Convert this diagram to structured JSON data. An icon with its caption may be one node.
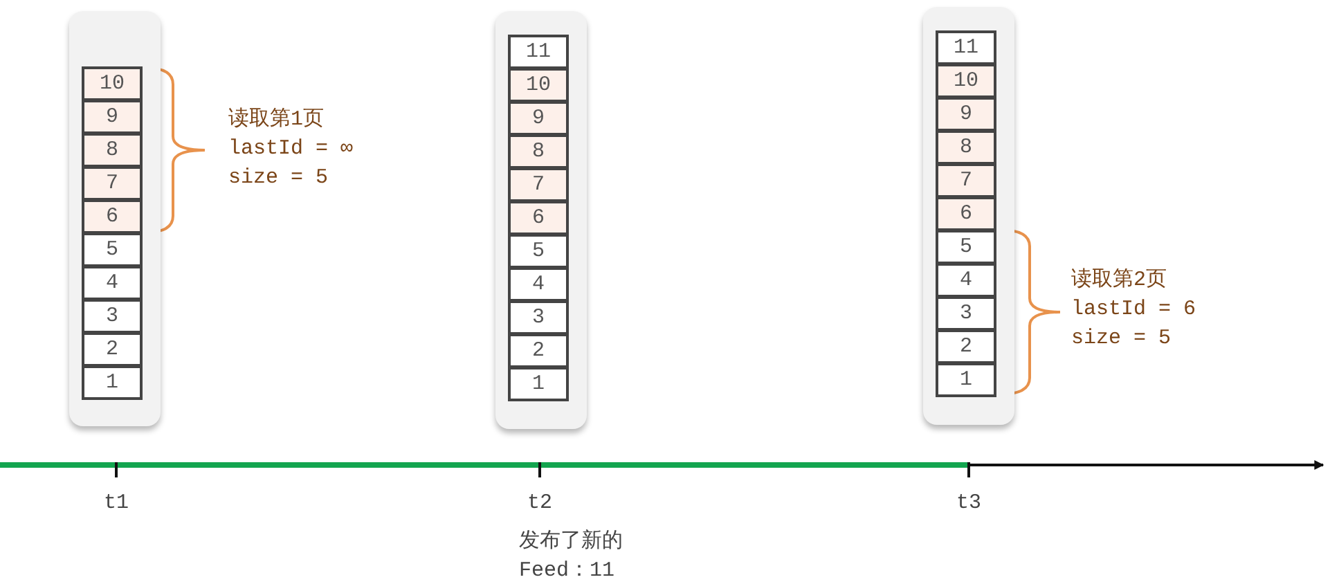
{
  "diagram": {
    "nodes": [
      {
        "text": [],
        "shape": "box"
      },
      {
        "text": [
          "10"
        ],
        "in": 0
      },
      {
        "text": [
          "9"
        ],
        "in": 0
      },
      {
        "text": [
          "8"
        ],
        "in": 0
      },
      {
        "text": [
          "7"
        ],
        "in": 0
      },
      {
        "text": [
          "6"
        ],
        "in": 0
      },
      {
        "text": [
          "5"
        ],
        "in": 0
      },
      {
        "text": [
          "4"
        ],
        "in": 0
      },
      {
        "text": [
          "3"
        ],
        "in": 0
      },
      {
        "text": [
          "2"
        ],
        "in": 0
      },
      {
        "text": [
          "1"
        ],
        "in": 0
      },
      {
        "text": [],
        "shape": "box"
      },
      {
        "text": [
          "11"
        ],
        "in": 11
      },
      {
        "text": [
          "10"
        ],
        "in": 11
      },
      {
        "text": [
          "9"
        ],
        "in": 11
      },
      {
        "text": [
          "8"
        ],
        "in": 11
      },
      {
        "text": [
          "7"
        ],
        "in": 11
      },
      {
        "text": [
          "6"
        ],
        "in": 11
      },
      {
        "text": [
          "5"
        ],
        "in": 11
      },
      {
        "text": [
          "4"
        ],
        "in": 11
      },
      {
        "text": [
          "3"
        ],
        "in": 11
      },
      {
        "text": [
          "2"
        ],
        "in": 11
      },
      {
        "text": [
          "1"
        ],
        "in": 11
      },
      {
        "text": [],
        "shape": "box"
      },
      {
        "text": [
          "11"
        ],
        "in": 23
      },
      {
        "text": [
          "10"
        ],
        "in": 23
      },
      {
        "text": [
          "9"
        ],
        "in": 23
      },
      {
        "text": [
          "8"
        ],
        "in": 23
      },
      {
        "text": [
          "7"
        ],
        "in": 23
      },
      {
        "text": [
          "6"
        ],
        "in": 23
      },
      {
        "text": [
          "5"
        ],
        "in": 23
      },
      {
        "text": [
          "4"
        ],
        "in": 23
      },
      {
        "text": [
          "3"
        ],
        "in": 23
      },
      {
        "text": [
          "2"
        ],
        "in": 23
      },
      {
        "text": [
          "1"
        ],
        "in": 23
      }
    ],
    "labels": [
      "读取第1页",
      "lastId = ∞",
      "size = 5",
      "读取第2页",
      "lastId = 6",
      "size = 5",
      "t1",
      "t2",
      "t3",
      "发布了新的",
      "Feed：11"
    ]
  }
}
